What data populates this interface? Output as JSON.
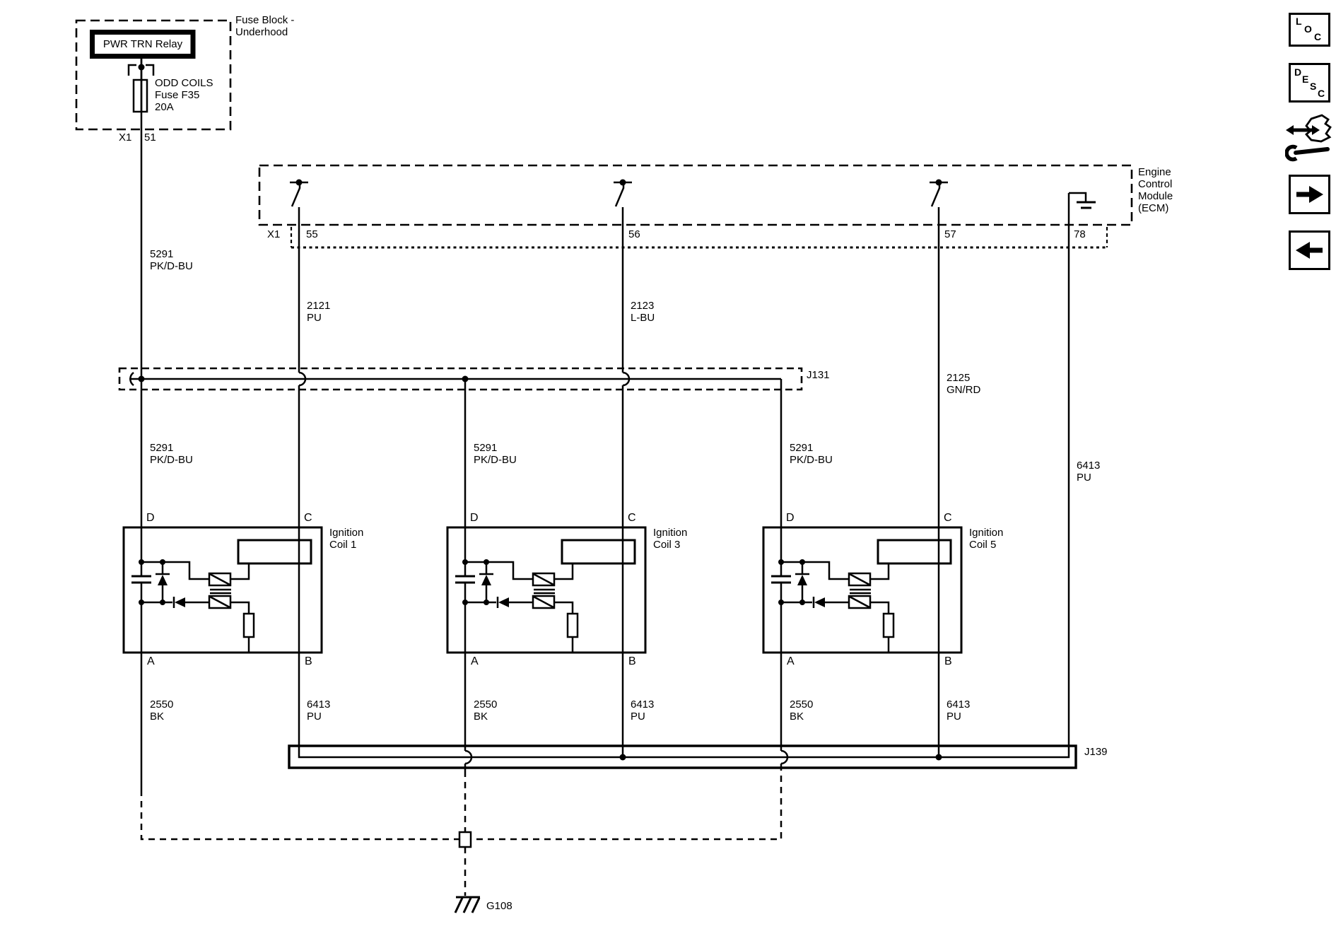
{
  "diagram": {
    "fuse_block": {
      "title1": "Fuse Block -",
      "title2": "Underhood",
      "relay": "PWR TRN Relay",
      "fuse1": "ODD COILS",
      "fuse2": "Fuse F35",
      "fuse3": "20A",
      "conn": "X1",
      "pin": "51"
    },
    "ecm": {
      "title1": "Engine",
      "title2": "Control",
      "title3": "Module",
      "title4": "(ECM)",
      "conn": "X1",
      "pin55": "55",
      "pin56": "56",
      "pin57": "57",
      "pin78": "78"
    },
    "splice_top": "J131",
    "splice_bottom": "J139",
    "ground": "G108",
    "wires": {
      "feed": {
        "c": "5291",
        "col": "PK/D-BU"
      },
      "ign1": {
        "c": "2121",
        "col": "PU"
      },
      "ign3": {
        "c": "2123",
        "col": "L-BU"
      },
      "ign5": {
        "c": "2125",
        "col": "GN/RD"
      },
      "lowref_ecm": {
        "c": "6413",
        "col": "PU"
      },
      "feed1": {
        "c": "5291",
        "col": "PK/D-BU"
      },
      "feed3": {
        "c": "5291",
        "col": "PK/D-BU"
      },
      "feed5": {
        "c": "5291",
        "col": "PK/D-BU"
      },
      "gnd1": {
        "c": "2550",
        "col": "BK"
      },
      "gnd3": {
        "c": "2550",
        "col": "BK"
      },
      "gnd5": {
        "c": "2550",
        "col": "BK"
      },
      "low1": {
        "c": "6413",
        "col": "PU"
      },
      "low3": {
        "c": "6413",
        "col": "PU"
      },
      "low5": {
        "c": "6413",
        "col": "PU"
      }
    },
    "coils": [
      {
        "n1": "Ignition",
        "n2": "Coil 1",
        "pD": "D",
        "pC": "C",
        "pA": "A",
        "pB": "B"
      },
      {
        "n1": "Ignition",
        "n2": "Coil 3",
        "pD": "D",
        "pC": "C",
        "pA": "A",
        "pB": "B"
      },
      {
        "n1": "Ignition",
        "n2": "Coil 5",
        "pD": "D",
        "pC": "C",
        "pA": "A",
        "pB": "B"
      }
    ]
  },
  "sidebar": {
    "loc": [
      "L",
      "O",
      "C"
    ],
    "desc": [
      "D",
      "E",
      "S",
      "C"
    ]
  },
  "colors": {
    "line": "#000000",
    "background": "#ffffff"
  }
}
